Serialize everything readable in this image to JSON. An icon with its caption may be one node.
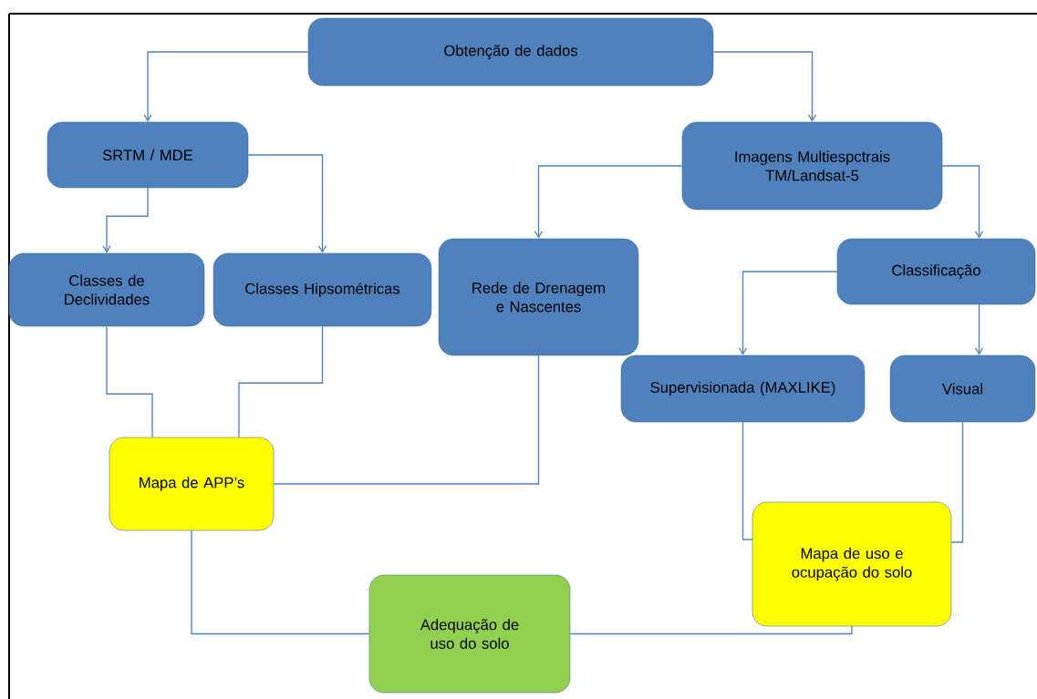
{
  "diagram": {
    "nodes": [
      {
        "text": [
          "Obtenção de dados"
        ]
      },
      {
        "text": [
          "SRTM / MDE"
        ]
      },
      {
        "text": [
          "Imagens Multiespctrais TM/Landsat-5"
        ]
      },
      {
        "text": [
          "Classes de Declividades"
        ]
      },
      {
        "text": [
          "Classes Hipsométricas"
        ]
      },
      {
        "text": [
          "Rede de Drenagem e Nascentes"
        ]
      },
      {
        "text": [
          "Classificação"
        ]
      },
      {
        "text": [
          "Supervisionada (MAXLIKE)"
        ]
      },
      {
        "text": [
          "Visual"
        ]
      },
      {
        "text": [
          "Mapa de APP’s"
        ]
      },
      {
        "text": [
          "Mapa de uso e ocupação do solo"
        ]
      },
      {
        "text": [
          "Adequação de uso do solo"
        ]
      }
    ],
    "edges": [
      {
        "from": 0,
        "to": 1,
        "arrow": "to"
      },
      {
        "from": 0,
        "to": 2,
        "arrow": "to"
      },
      {
        "from": 1,
        "to": 3,
        "arrow": "to"
      },
      {
        "from": 1,
        "to": 4,
        "arrow": "to"
      },
      {
        "from": 2,
        "to": 5,
        "arrow": "to"
      },
      {
        "from": 2,
        "to": 6,
        "arrow": "to"
      },
      {
        "from": 6,
        "to": 7,
        "arrow": "to"
      },
      {
        "from": 6,
        "to": 8,
        "arrow": "to"
      },
      {
        "from": 3,
        "to": 9,
        "arrow": "none"
      },
      {
        "from": 4,
        "to": 9,
        "arrow": "none"
      },
      {
        "from": 5,
        "to": 9,
        "arrow": "none"
      },
      {
        "from": 7,
        "to": 10,
        "arrow": "none"
      },
      {
        "from": 8,
        "to": 10,
        "arrow": "none"
      },
      {
        "from": 9,
        "to": 11,
        "arrow": "none"
      },
      {
        "from": 10,
        "to": 11,
        "arrow": "none"
      }
    ]
  }
}
